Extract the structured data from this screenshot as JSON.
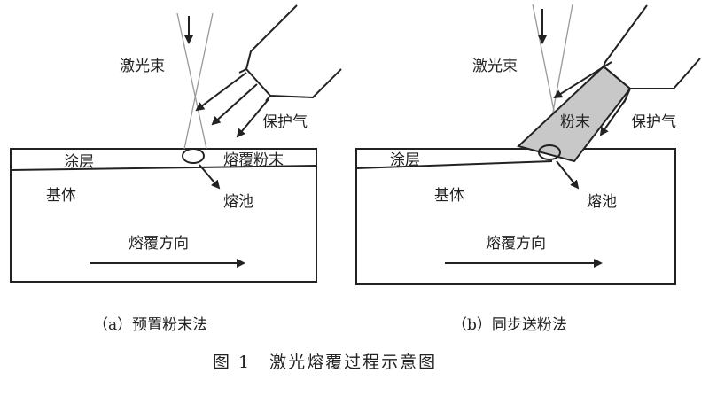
{
  "panel_a": {
    "laser_beam": "激光束",
    "shield_gas": "保护气",
    "coating": "涂层",
    "preset_powder": "熔覆粉末",
    "substrate": "基体",
    "molten_pool": "熔池",
    "cladding_direction": "熔覆方向",
    "caption": "（a）预置粉末法"
  },
  "panel_b": {
    "laser_beam": "激光束",
    "powder": "粉末",
    "shield_gas": "保护气",
    "coating": "涂层",
    "substrate": "基体",
    "molten_pool": "熔池",
    "cladding_direction": "熔覆方向",
    "caption": "（b）同步送粉法"
  },
  "figure_title": "图 1　激光熔覆过程示意图",
  "colors": {
    "ink": "#222222",
    "beam": "#999999",
    "powder_fill": "#c8c8c8"
  }
}
